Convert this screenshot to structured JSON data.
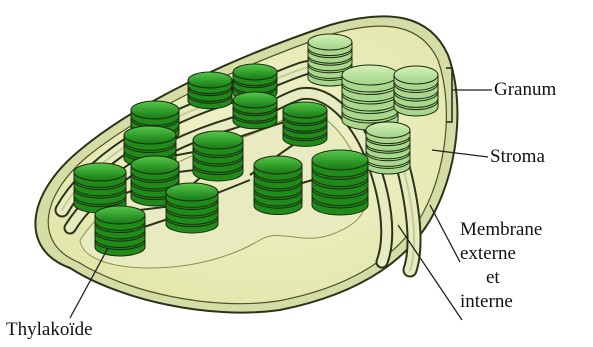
{
  "labels": {
    "granum": "Granum",
    "stroma": "Stroma",
    "membrane_line1": "Membrane",
    "membrane_line2": "externe",
    "membrane_line3": "et",
    "membrane_line4": "interne",
    "thylakoide": "Thylakoïde"
  },
  "colors": {
    "outer_membrane": "#c9d49a",
    "inner_membrane": "#e4e8be",
    "stroma": "#eef0c2",
    "lumen_shadow": "#d9de9f",
    "grana_dark": "#1f8c1a",
    "grana_mid": "#3cb534",
    "grana_light": "#7fd073",
    "grana_pale": "#c7e9a8",
    "outline": "#1e2a12"
  }
}
